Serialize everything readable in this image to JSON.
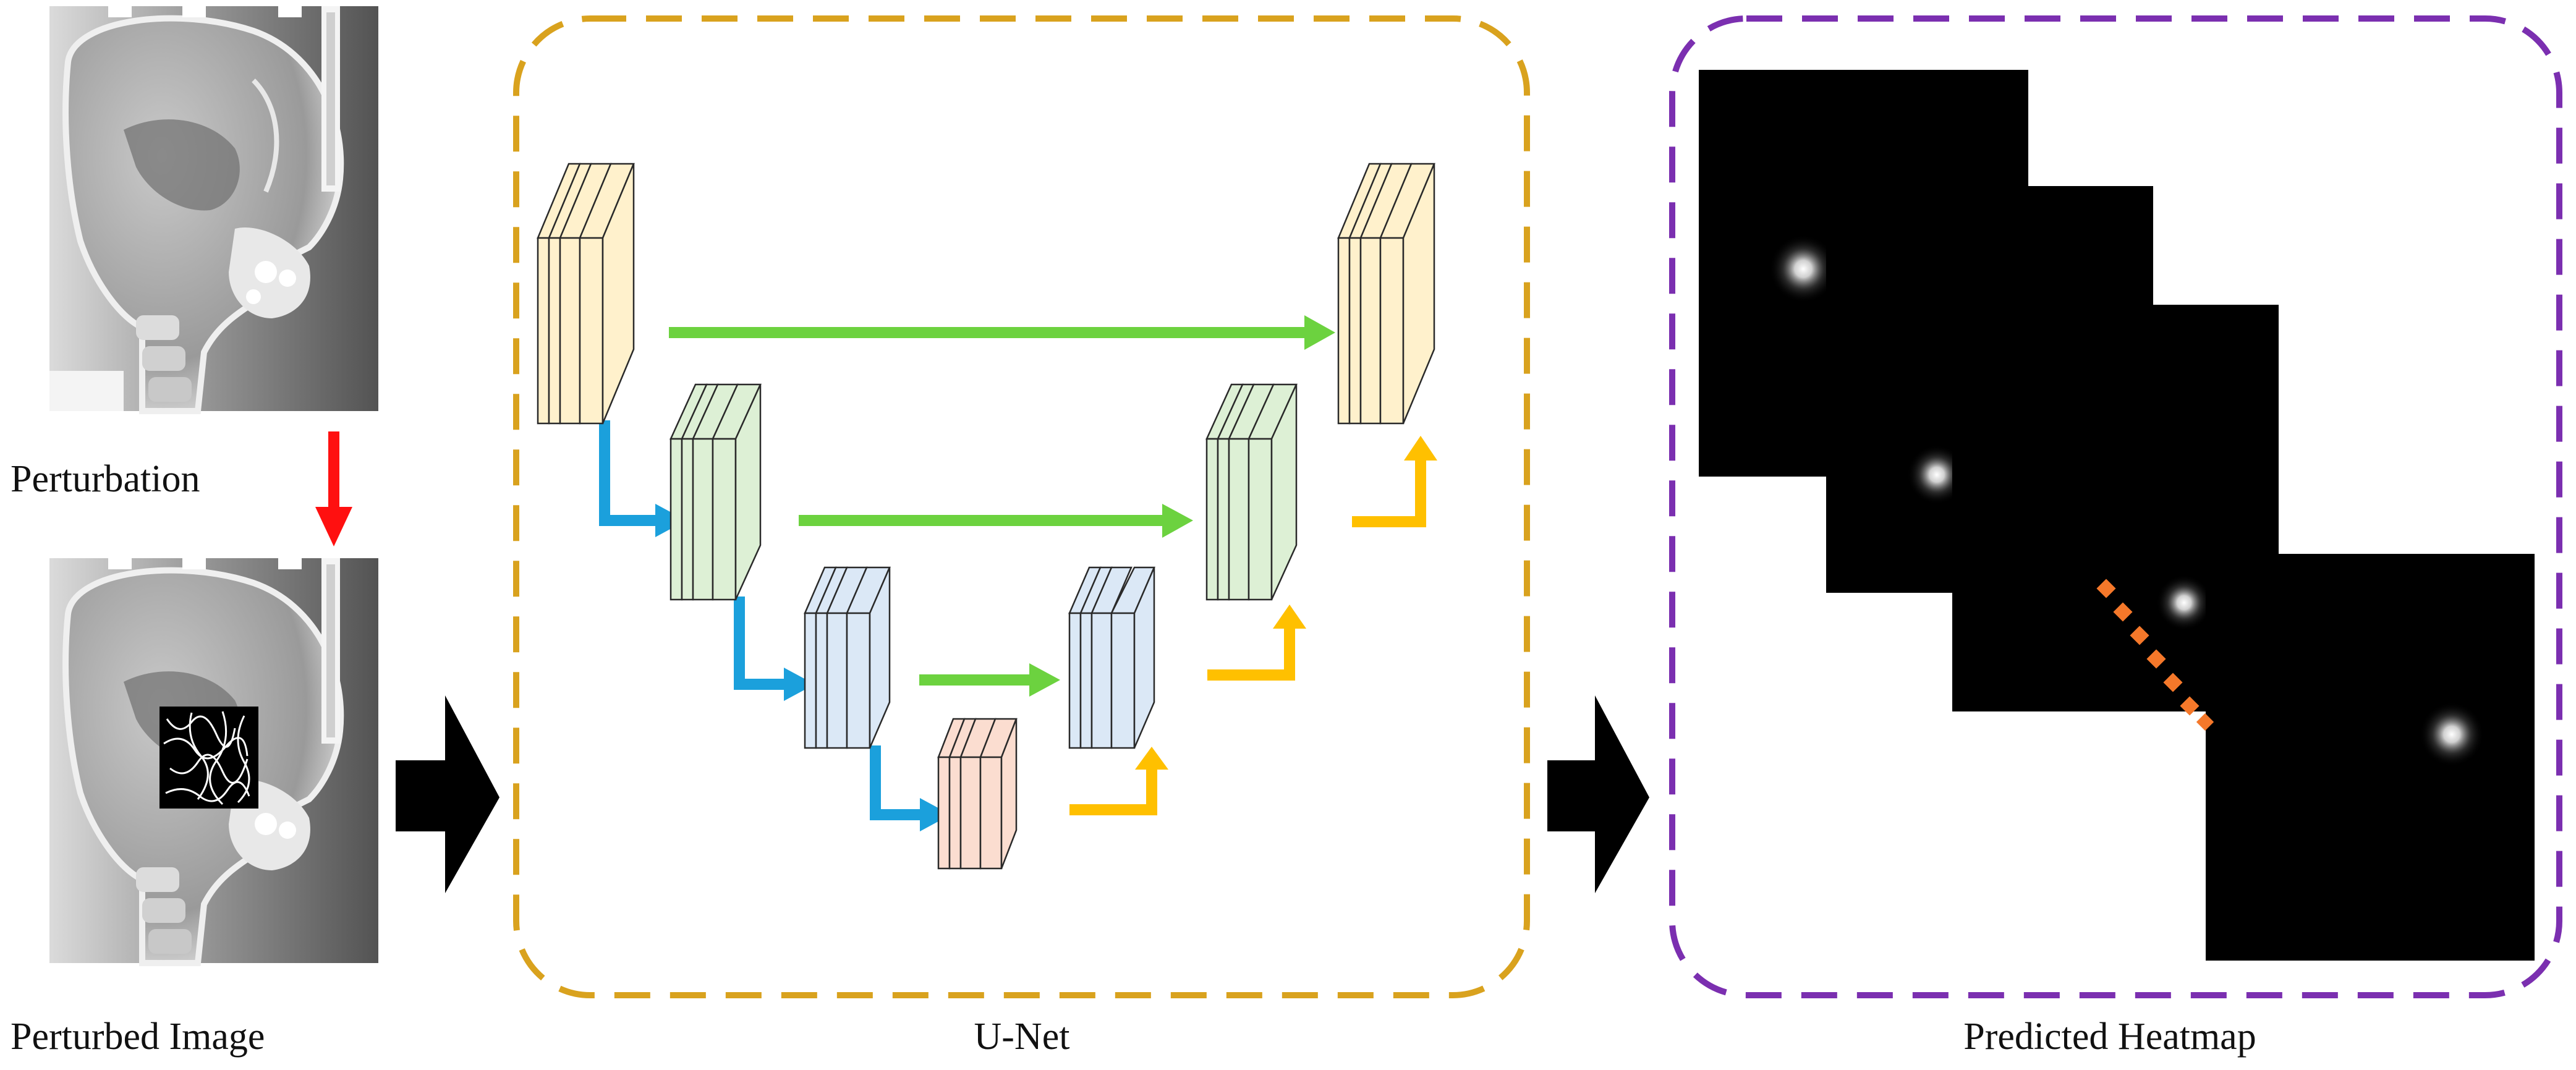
{
  "labels": {
    "perturbation": "Perturbation",
    "perturbed_image": "Perturbed Image",
    "unet": "U-Net",
    "predicted_heatmap": "Predicted Heatmap"
  },
  "colors": {
    "unet_border": "#D9A21E",
    "heatmap_border": "#7B2FB0",
    "perturbation_arrow": "#FF1010",
    "flow_arrow": "#000000",
    "skip_connection": "#6CD23F",
    "downsample": "#1BA0DC",
    "upsample": "#FFC000",
    "level1_feature": "#FFF1CC",
    "level2_feature": "#DDF0D5",
    "level3_feature": "#DBE8F6",
    "level4_feature": "#FBDDD0",
    "landmark_link": "#F5782A",
    "heatmap_background": "#000000"
  },
  "icons": [
    "skull-xray-icon",
    "perturbed-skull-xray-icon",
    "perturbation-patch-icon"
  ],
  "heatmaps": {
    "count": 4,
    "landmarks_per_map": 1
  }
}
